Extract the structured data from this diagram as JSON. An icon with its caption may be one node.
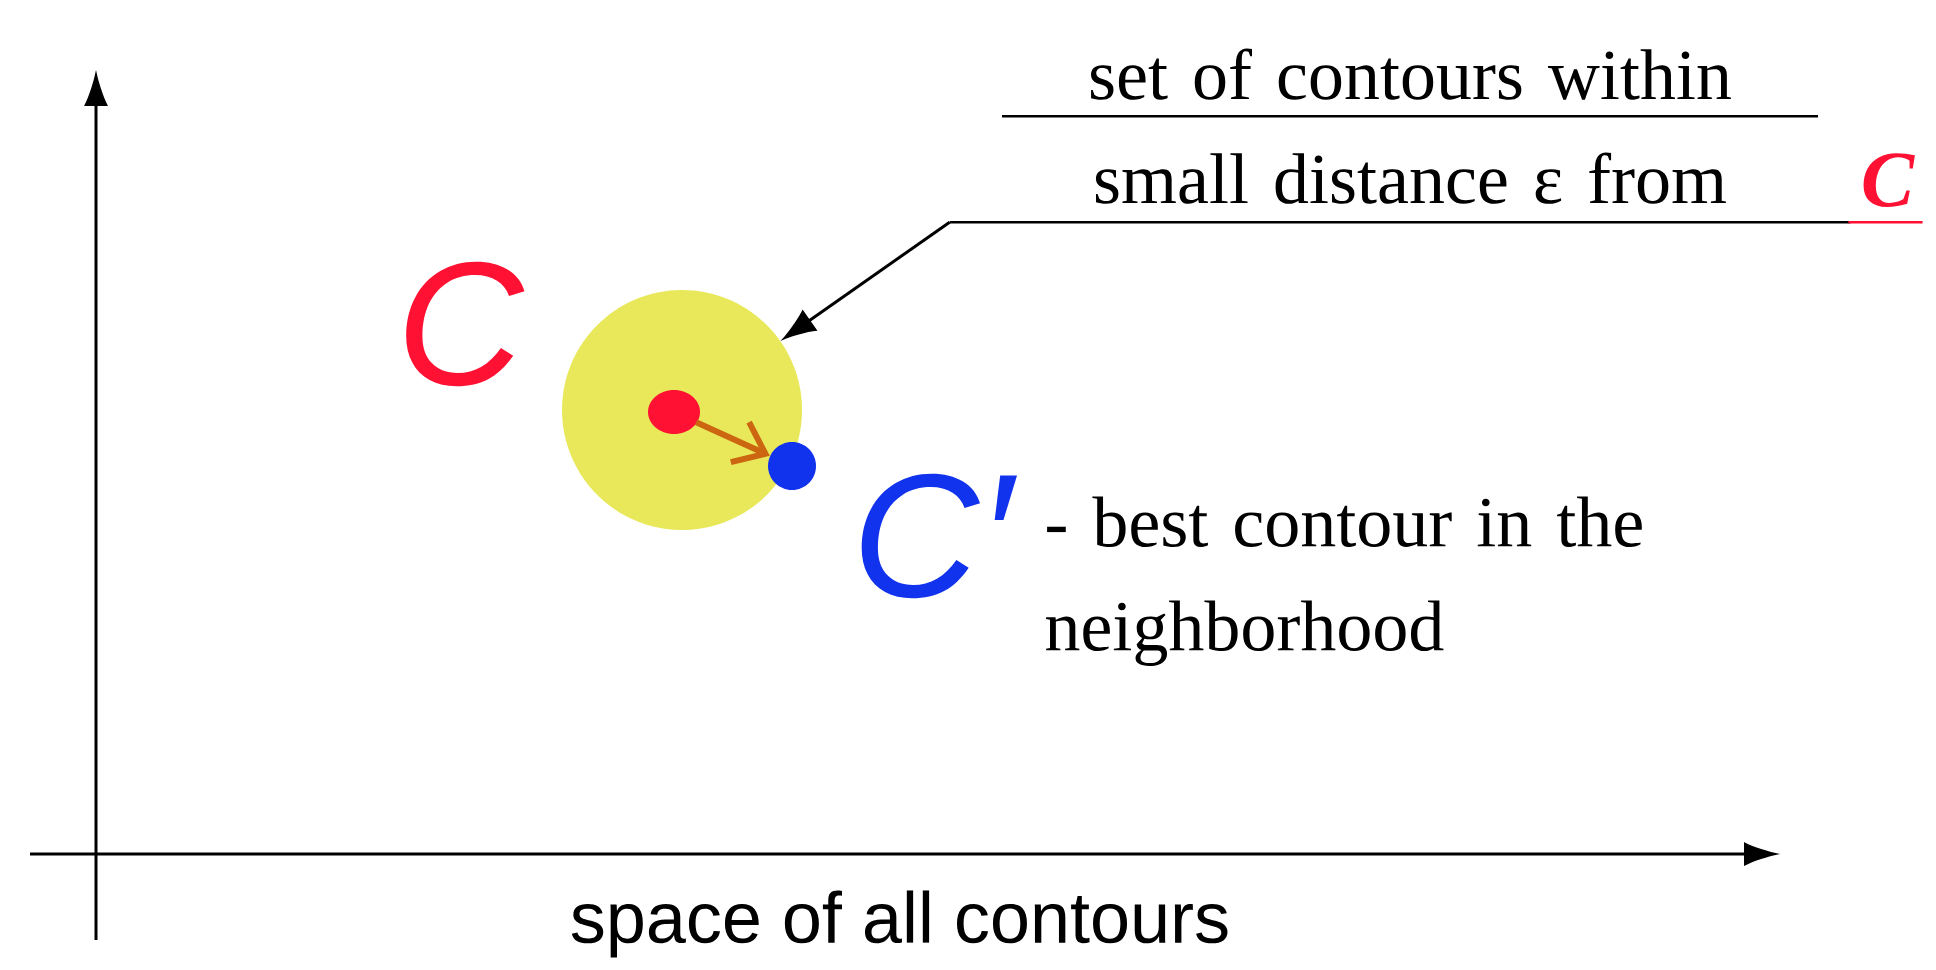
{
  "diagram": {
    "nodes": [
      {
        "text": [
          "set of contours within small distance ε from",
          "C"
        ]
      },
      {
        "text": [],
        "shape": "circle"
      },
      {
        "text": [],
        "shape": "circle",
        "in": 1,
        "beside": [
          "C"
        ]
      },
      {
        "text": [],
        "shape": "circle",
        "beside": [
          "C′",
          "- best contour in the neighborhood"
        ]
      }
    ],
    "edges": [
      {
        "from": 0,
        "to": 1,
        "arrow": "to"
      },
      {
        "from": 2,
        "to": 3,
        "arrow": "to",
        "style": "thick",
        "color": "#cc6611"
      }
    ],
    "labels": [
      "space of all contours"
    ]
  }
}
